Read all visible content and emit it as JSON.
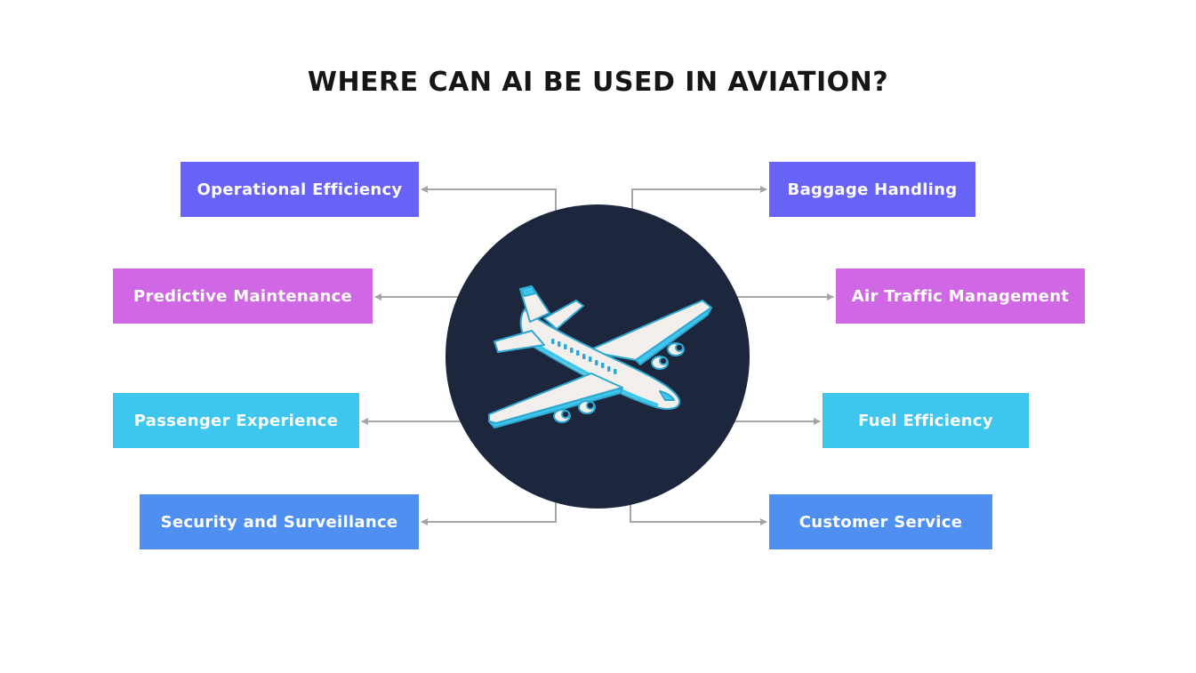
{
  "title": "WHERE CAN AI BE USED IN AVIATION?",
  "colors": {
    "background": "#ffffff",
    "title": "#161616",
    "hub": "#1c263c",
    "connector": "#a6a6a6",
    "purple": "#6862f6",
    "magenta": "#d067e4",
    "cyan": "#3ec6ee",
    "blue": "#4f8ff2"
  },
  "hub": {
    "icon": "airplane-icon"
  },
  "left_items": [
    {
      "label": "Operational Efficiency",
      "color": "#6862f6"
    },
    {
      "label": "Predictive Maintenance",
      "color": "#d067e4"
    },
    {
      "label": "Passenger Experience",
      "color": "#3ec6ee"
    },
    {
      "label": "Security and Surveillance",
      "color": "#4f8ff2"
    }
  ],
  "right_items": [
    {
      "label": "Baggage Handling",
      "color": "#6862f6"
    },
    {
      "label": "Air Traffic Management",
      "color": "#d067e4"
    },
    {
      "label": "Fuel Efficiency",
      "color": "#3ec6ee"
    },
    {
      "label": "Customer Service",
      "color": "#4f8ff2"
    }
  ]
}
